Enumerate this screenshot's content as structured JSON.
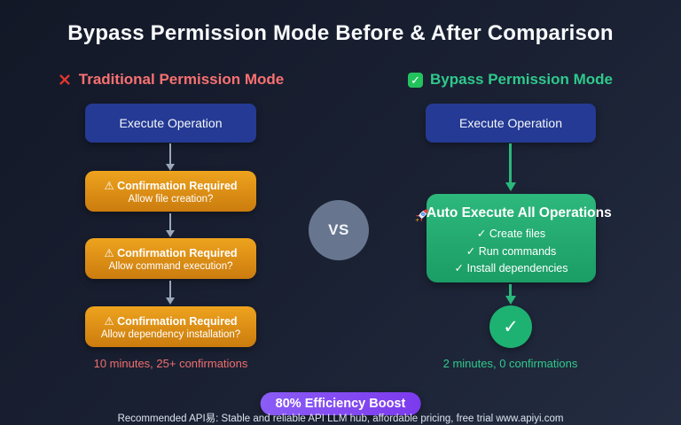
{
  "title": "Bypass Permission Mode Before & After Comparison",
  "left": {
    "header": "Traditional Permission Mode",
    "execute_label": "Execute Operation",
    "steps": [
      {
        "title": "⚠ Confirmation Required",
        "question": "Allow file creation?"
      },
      {
        "title": "⚠ Confirmation Required",
        "question": "Allow command execution?"
      },
      {
        "title": "⚠ Confirmation Required",
        "question": "Allow dependency installation?"
      }
    ],
    "summary": "10 minutes, 25+ confirmations"
  },
  "vs_label": "VS",
  "right": {
    "header": "Bypass Permission Mode",
    "execute_label": "Execute Operation",
    "auto_title": "Auto Execute All Operations",
    "auto_items": [
      "✓ Create files",
      "✓ Run commands",
      "✓ Install dependencies"
    ],
    "check_mark": "✓",
    "summary": "2 minutes, 0 confirmations"
  },
  "badge": "80% Efficiency Boost",
  "footer": "Recommended API易: Stable and reliable API LLM hub, affordable pricing, free trial www.apiyi.com",
  "icons": {
    "left_header": "red-cross-icon",
    "right_header": "green-check-icon",
    "auto_box": "rocket-icon",
    "result": "success-check-circle"
  },
  "colors": {
    "background_start": "#131827",
    "background_end": "#242c41",
    "left_accent": "#f87171",
    "right_accent": "#2fc98c",
    "execute_box_blue": "#243a94",
    "confirmation_orange_top": "#eea31e",
    "confirmation_orange_bottom": "#cb7c0e",
    "auto_box_green_top": "#2db87c",
    "auto_box_green_bottom": "#1b9d66",
    "vs_circle_gray": "#67768e",
    "badge_purple": "#7c3aed"
  }
}
